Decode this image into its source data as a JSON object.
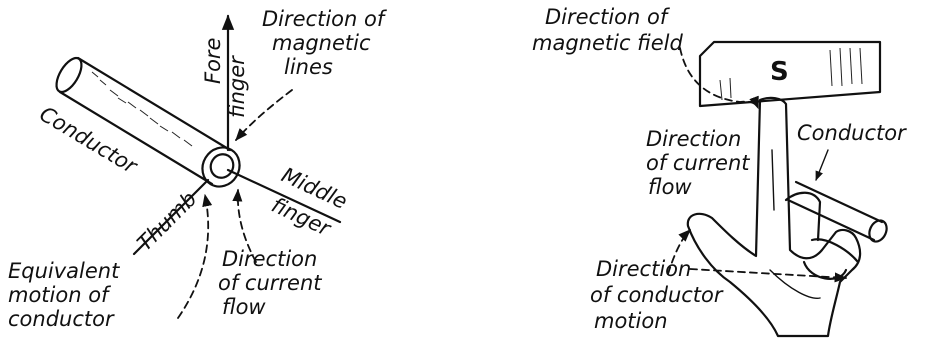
{
  "left_diagram": {
    "direction_magnetic_lines": [
      "Direction of",
      "magnetic",
      "lines"
    ],
    "fore_finger": [
      "Fore",
      "finger"
    ],
    "conductor": "Conductor",
    "thumb": "Thumb",
    "middle_finger": [
      "Middle",
      "finger"
    ],
    "equivalent_motion": [
      "Equivalent",
      "motion of",
      "conductor"
    ],
    "direction_current_flow": [
      "Direction",
      "of current",
      "flow"
    ]
  },
  "right_diagram": {
    "direction_magnetic_field": [
      "Direction of",
      "magnetic field"
    ],
    "magnet_pole": "S",
    "direction_current_flow": [
      "Direction",
      "of current",
      "flow"
    ],
    "conductor": "Conductor",
    "direction_conductor_motion": [
      "Direction",
      "of conductor",
      "motion"
    ]
  }
}
